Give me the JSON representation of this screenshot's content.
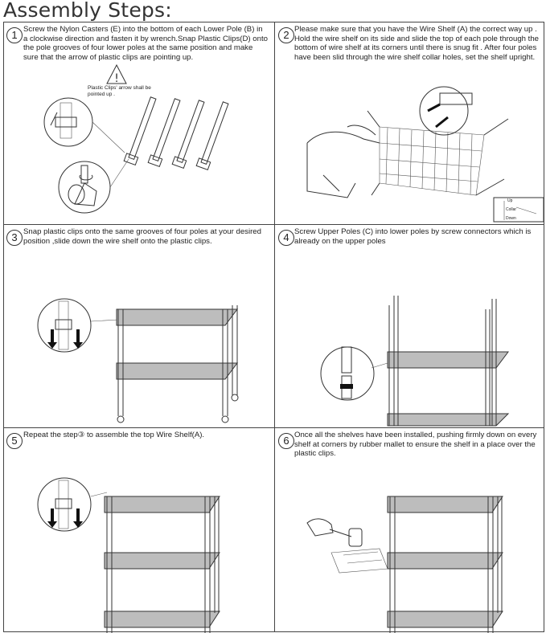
{
  "page_title": "Assembly Steps:",
  "steps": [
    {
      "number": "1",
      "text": "Screw the Nylon Casters (E) into the bottom of each Lower Pole (B) in a clockwise direction and fasten it by wrench.Snap Plastic Clips(D) onto the pole grooves of four lower poles at the same position and make sure that the arrow of plastic clips are pointing up.",
      "note": "Plastic Clips' arrow shall be pointed up ."
    },
    {
      "number": "2",
      "text": "Please make sure that you have the Wire Shelf (A) the correct way up . Hold the wire shelf on its side and slide the top of each pole through the bottom of wire shelf at its corners until there is snug fit . After four poles have been slid through the wire shelf collar holes, set the shelf upright.",
      "inset_up": "Up",
      "inset_collar": "Collar",
      "inset_down": "Down"
    },
    {
      "number": "3",
      "text": "Snap plastic clips onto the same grooves of four poles at your desired position ,slide down the wire shelf onto the plastic clips."
    },
    {
      "number": "4",
      "text": "Screw Upper Poles (C) into lower poles by screw connectors which is already on the upper poles"
    },
    {
      "number": "5",
      "text": "Repeat  the step③ to assemble the top Wire Shelf(A)."
    },
    {
      "number": "6",
      "text": "Once all the shelves have been installed, pushing firmly down on every shelf at corners by rubber mallet to ensure the shelf in a place over the plastic clips."
    }
  ],
  "colors": {
    "line": "#333333",
    "shelf": "#bdbdbd",
    "background": "#ffffff"
  }
}
